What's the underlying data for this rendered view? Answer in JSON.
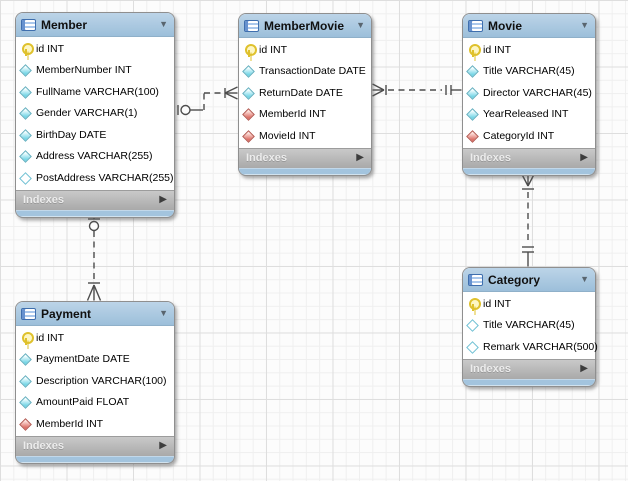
{
  "glyphs": {
    "collapse_arrow": "▼",
    "expand_arrow": "▶"
  },
  "colors": {
    "table_header_blue": "#a8c6e0",
    "indexes_bar_gray": "#b5b5b5",
    "primary_key_yellow": "#dfc12c",
    "attribute_cyan": "#76d6e6",
    "foreign_key_red": "#dd7168",
    "nullable_attribute_outline": "#6fc0d4",
    "connector_gray": "#4d4d4d",
    "canvas_grid_minor": "#efefef",
    "canvas_grid_major": "#dedede"
  },
  "tables": {
    "member": {
      "title": "Member",
      "footer": "Indexes",
      "columns": [
        {
          "text": "id INT",
          "icon": "primary-key-icon"
        },
        {
          "text": "MemberNumber INT",
          "icon": "column-icon"
        },
        {
          "text": "FullName VARCHAR(100)",
          "icon": "column-icon"
        },
        {
          "text": "Gender VARCHAR(1)",
          "icon": "column-icon"
        },
        {
          "text": "BirthDay DATE",
          "icon": "column-icon"
        },
        {
          "text": "Address VARCHAR(255)",
          "icon": "column-icon"
        },
        {
          "text": "PostAddress VARCHAR(255)",
          "icon": "nullable-column-icon"
        }
      ]
    },
    "membermovie": {
      "title": "MemberMovie",
      "footer": "Indexes",
      "columns": [
        {
          "text": "id INT",
          "icon": "primary-key-icon"
        },
        {
          "text": "TransactionDate DATE",
          "icon": "column-icon"
        },
        {
          "text": "ReturnDate DATE",
          "icon": "column-icon"
        },
        {
          "text": "MemberId INT",
          "icon": "foreign-key-icon"
        },
        {
          "text": "MovieId INT",
          "icon": "foreign-key-icon"
        }
      ]
    },
    "movie": {
      "title": "Movie",
      "footer": "Indexes",
      "columns": [
        {
          "text": "id INT",
          "icon": "primary-key-icon"
        },
        {
          "text": "Title VARCHAR(45)",
          "icon": "column-icon"
        },
        {
          "text": "Director VARCHAR(45)",
          "icon": "column-icon"
        },
        {
          "text": "YearReleased INT",
          "icon": "column-icon"
        },
        {
          "text": "CategoryId INT",
          "icon": "foreign-key-icon"
        }
      ]
    },
    "payment": {
      "title": "Payment",
      "footer": "Indexes",
      "columns": [
        {
          "text": "id INT",
          "icon": "primary-key-icon"
        },
        {
          "text": "PaymentDate DATE",
          "icon": "column-icon"
        },
        {
          "text": "Description VARCHAR(100)",
          "icon": "column-icon"
        },
        {
          "text": "AmountPaid FLOAT",
          "icon": "column-icon"
        },
        {
          "text": "MemberId INT",
          "icon": "foreign-key-icon"
        }
      ]
    },
    "category": {
      "title": "Category",
      "footer": "Indexes",
      "columns": [
        {
          "text": "id INT",
          "icon": "primary-key-icon"
        },
        {
          "text": "Title VARCHAR(45)",
          "icon": "nullable-column-icon"
        },
        {
          "text": "Remark VARCHAR(500)",
          "icon": "nullable-column-icon"
        }
      ]
    }
  },
  "relationships": [
    {
      "tables": [
        "Member",
        "MemberMovie"
      ],
      "type": "one-to-many",
      "many_end": "MemberMovie",
      "line": "dashed"
    },
    {
      "tables": [
        "Movie",
        "MemberMovie"
      ],
      "type": "one-to-many",
      "many_end": "MemberMovie",
      "line": "dashed"
    },
    {
      "tables": [
        "Member",
        "Payment"
      ],
      "type": "one-to-many",
      "many_end": "Payment",
      "line": "dashed"
    },
    {
      "tables": [
        "Category",
        "Movie"
      ],
      "type": "one-to-many",
      "many_end": "Movie",
      "line": "dashed"
    }
  ]
}
